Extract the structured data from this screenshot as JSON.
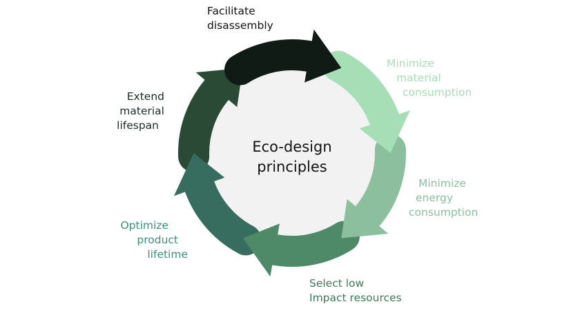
{
  "center": {
    "line1": "Eco-design",
    "line2": "principles"
  },
  "segments": [
    {
      "name": "facilitate-disassembly",
      "lines": [
        "Facilitate",
        "disassembly"
      ],
      "color": "#101b15",
      "text_color": "#111111"
    },
    {
      "name": "minimize-material-consumption",
      "lines": [
        "Minimize",
        "material",
        "consumption"
      ],
      "color": "#a6dfb5",
      "text_color": "#a6dfb5"
    },
    {
      "name": "minimize-energy-consumption",
      "lines": [
        "Minimize",
        "energy",
        "consumption"
      ],
      "color": "#8bbf9e",
      "text_color": "#8bbf9e"
    },
    {
      "name": "select-low-impact-resources",
      "lines": [
        "Select low",
        "Impact resources"
      ],
      "color": "#4f8a68",
      "text_color": "#3f7a58"
    },
    {
      "name": "optimize-product-lifetime",
      "lines": [
        "Optimize",
        "product",
        "lifetime"
      ],
      "color": "#366d5f",
      "text_color": "#3a9075"
    },
    {
      "name": "extend-material-lifespan",
      "lines": [
        "Extend",
        "material",
        "lifespan"
      ],
      "color": "#2a4a36",
      "text_color": "#1c2e22"
    }
  ]
}
